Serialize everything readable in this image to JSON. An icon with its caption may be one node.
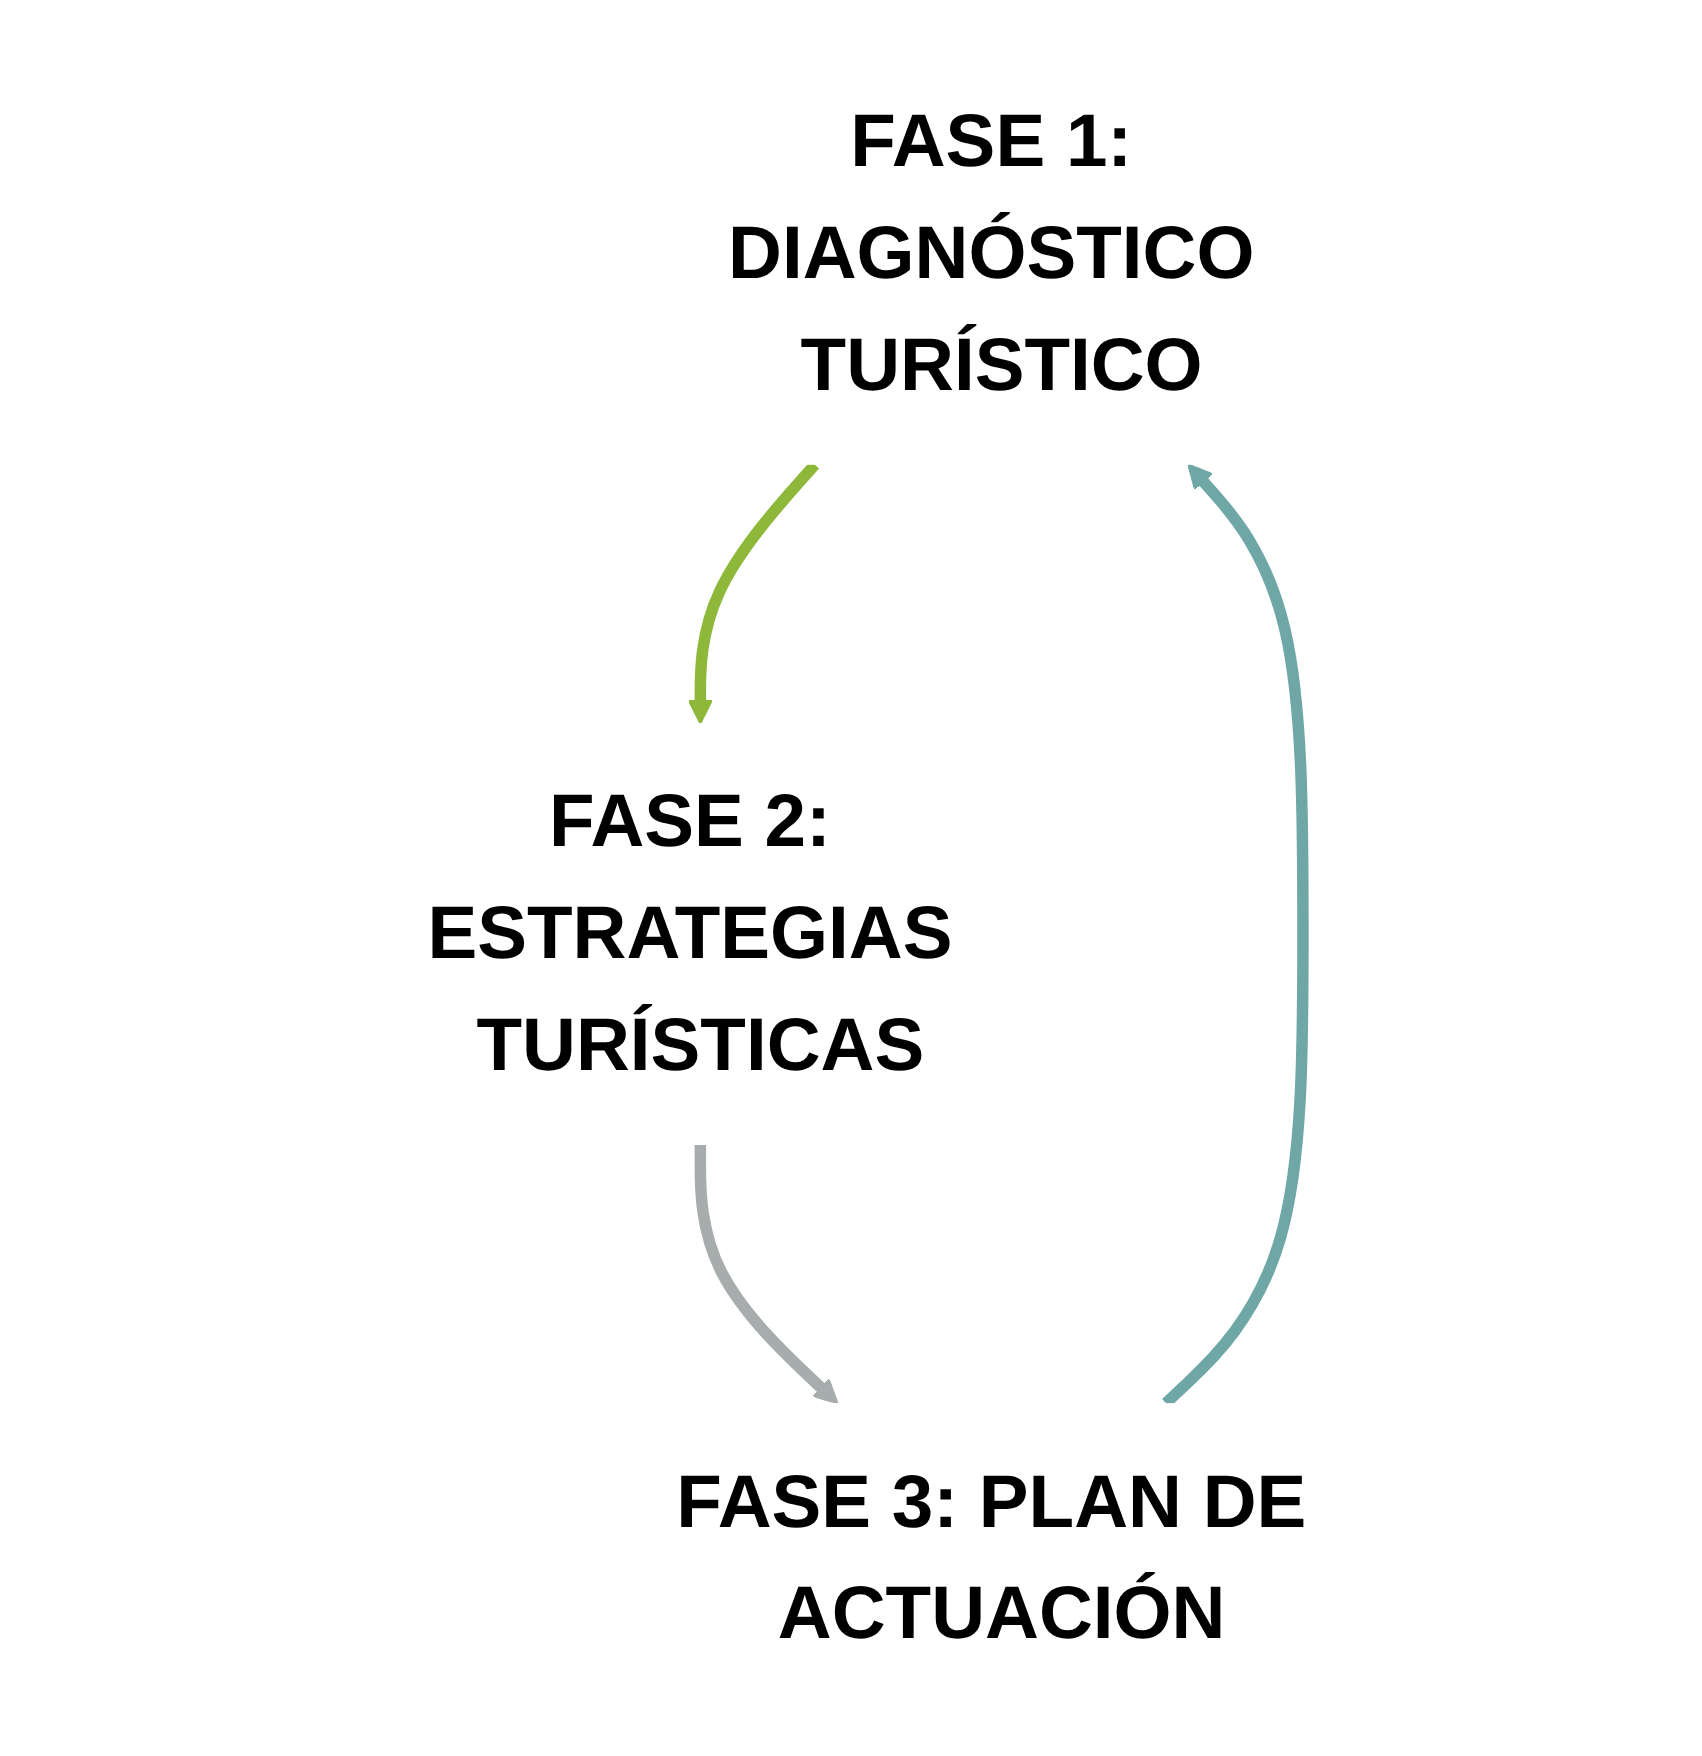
{
  "diagram": {
    "nodes": [
      {
        "text": [
          "FASE 1: DIAGNÓSTICO TURÍSTICO"
        ]
      },
      {
        "text": [
          "FASE 2: ESTRATEGIAS TURÍSTICAS"
        ]
      },
      {
        "text": [
          "FASE 3: PLAN DE ACTUACIÓN"
        ]
      }
    ],
    "edges": [
      {
        "from": 0,
        "to": 1,
        "arrow": "to",
        "color": "#8db83a"
      },
      {
        "from": 1,
        "to": 2,
        "arrow": "to",
        "color": "#a7adac"
      },
      {
        "from": 2,
        "to": 0,
        "arrow": "to",
        "color": "#6fa7a6"
      }
    ]
  }
}
